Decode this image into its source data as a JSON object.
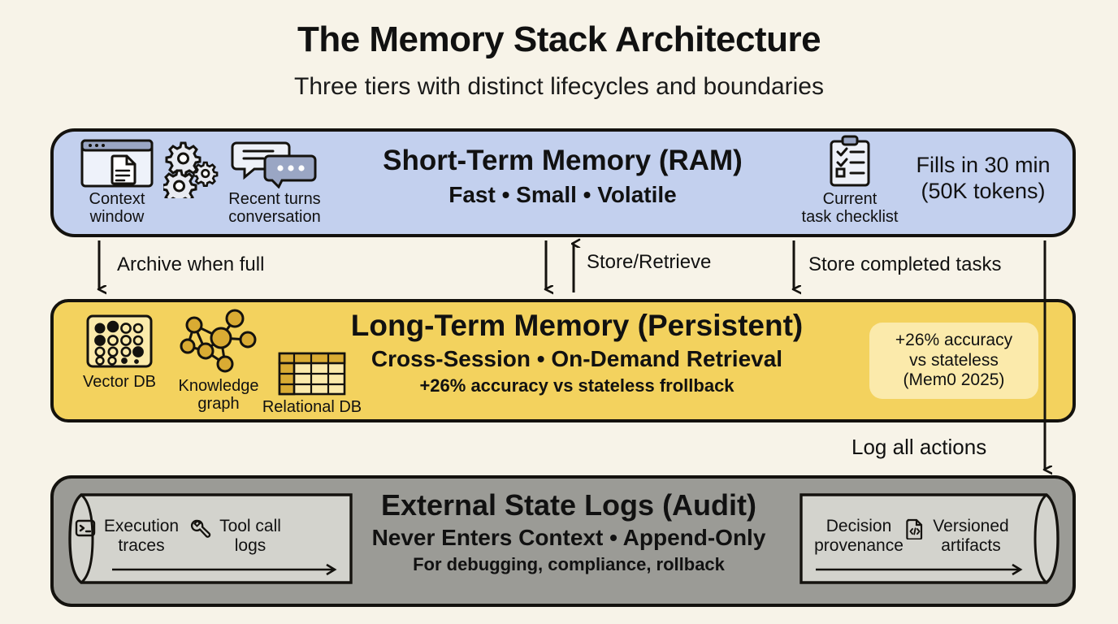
{
  "header": {
    "title": "The Memory Stack Architecture",
    "subtitle": "Three tiers with distinct lifecycles and boundaries"
  },
  "colors": {
    "background": "#f7f3e8",
    "short_term": "#c3d0ee",
    "long_term": "#f3d25e",
    "logs": "#9b9b96",
    "badge": "#fbeaab",
    "pill": "#d3d3cd",
    "stroke": "#14120e"
  },
  "tiers": [
    {
      "id": "short-term-memory",
      "heading": "Short-Term Memory (RAM)",
      "subheading": "Fast • Small • Volatile",
      "left_icons": [
        {
          "icon": "context-window-icon",
          "caption_line1": "Context",
          "caption_line2": "window"
        },
        {
          "icon": "gears-icon",
          "caption_line1": "",
          "caption_line2": ""
        },
        {
          "icon": "chat-bubbles-icon",
          "caption_line1": "Recent turns",
          "caption_line2": "conversation"
        }
      ],
      "right_icon": {
        "icon": "checklist-clipboard-icon",
        "caption_line1": "Current",
        "caption_line2": "task checklist"
      },
      "right_note_line1": "Fills in 30 min",
      "right_note_line2": "(50K tokens)"
    },
    {
      "id": "long-term-memory",
      "heading": "Long-Term Memory (Persistent)",
      "subheading": "Cross-Session • On-Demand Retrieval",
      "note": "+26% accuracy vs stateless frollback",
      "left_icons": [
        {
          "icon": "vector-db-icon",
          "caption_line1": "Vector DB",
          "caption_line2": ""
        },
        {
          "icon": "knowledge-graph-icon",
          "caption_line1": "Knowledge",
          "caption_line2": "graph"
        },
        {
          "icon": "relational-db-icon",
          "caption_line1": "Relational DB",
          "caption_line2": ""
        }
      ],
      "badge_line1": "+26% accuracy",
      "badge_line2": "vs stateless",
      "badge_line3": "(Mem0 2025)"
    },
    {
      "id": "external-state-logs",
      "heading": "External State Logs (Audit)",
      "subheading": "Never Enters Context • Append-Only",
      "note": "For debugging, compliance, rollback",
      "pill_left": [
        {
          "icon": "terminal-icon",
          "caption_line1": "Execution",
          "caption_line2": "traces"
        },
        {
          "icon": "wrench-icon",
          "caption_line1": "Tool call",
          "caption_line2": "logs"
        }
      ],
      "pill_right": [
        {
          "icon": "",
          "caption_line1": "Decision",
          "caption_line2": "provenance"
        },
        {
          "icon": "code-file-icon",
          "caption_line1": "Versioned",
          "caption_line2": "artifacts"
        }
      ]
    }
  ],
  "connectors": [
    {
      "id": "archive-when-full",
      "label": "Archive when full",
      "direction": "down"
    },
    {
      "id": "store-retrieve",
      "label": "Store/Retrieve",
      "direction": "bidirectional"
    },
    {
      "id": "store-completed-tasks",
      "label": "Store completed tasks",
      "direction": "down"
    },
    {
      "id": "log-all-actions",
      "label": "Log all actions",
      "direction": "down"
    }
  ]
}
